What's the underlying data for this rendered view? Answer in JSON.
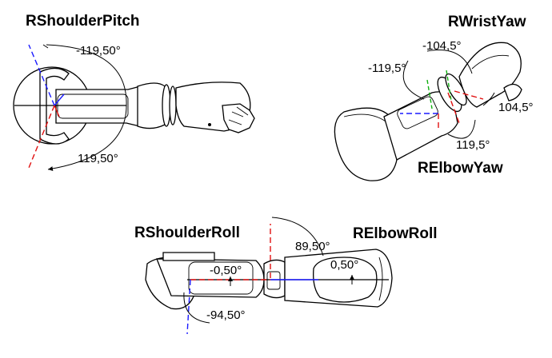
{
  "labels": {
    "shoulder_pitch": "RShoulderPitch",
    "wrist_yaw": "RWristYaw",
    "elbow_yaw": "RElbowYaw",
    "shoulder_roll": "RShoulderRoll",
    "elbow_roll": "RElbowRoll"
  },
  "angles": {
    "shoulder_pitch_min": "-119,50°",
    "shoulder_pitch_max": "119,50°",
    "wrist_yaw_min": "-104,5°",
    "wrist_yaw_max": "104,5°",
    "elbow_yaw_min": "-119,5°",
    "elbow_yaw_max": "119,5°",
    "shoulder_roll_min": "-94,50°",
    "shoulder_roll_max": "-0,50°",
    "elbow_roll_min": "0,50°",
    "elbow_roll_max": "89,50°"
  },
  "colors": {
    "positive_limit": "#e01010",
    "negative_limit": "#1a1aff",
    "wrist_axis": "#10b010"
  }
}
